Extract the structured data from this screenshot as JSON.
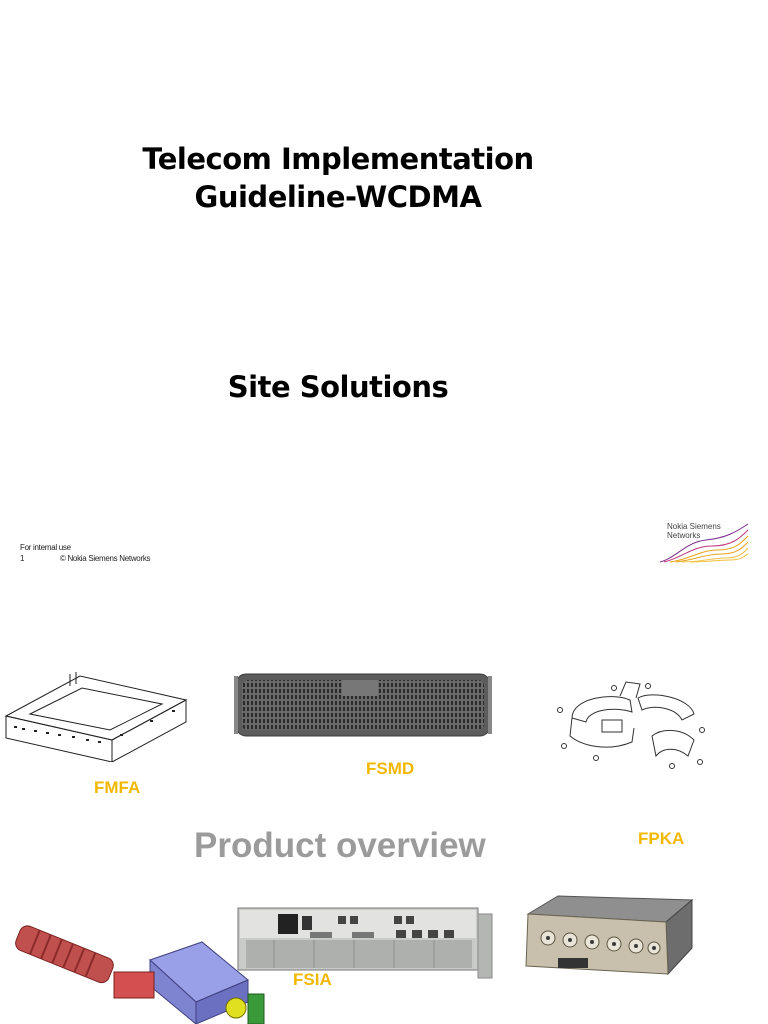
{
  "slide": {
    "title_line1": "Telecom Implementation",
    "title_line2": "Guideline-WCDMA",
    "subtitle": "Site Solutions",
    "footer_line1": "For internal use",
    "footer_page": "1",
    "footer_copyright": "© Nokia Siemens Networks",
    "logo_line1": "Nokia Siemens",
    "logo_line2": "Networks"
  },
  "products": {
    "heading": "Product overview",
    "labels": {
      "fmfa": "FMFA",
      "fsmd": "FSMD",
      "fpka": "FPKA",
      "fsia": "FSIA"
    }
  },
  "colors": {
    "label": "#f2b800",
    "heading": "#9b9b9b",
    "logo_wave": "#e8a317",
    "logo_purple": "#7a2a8e"
  }
}
